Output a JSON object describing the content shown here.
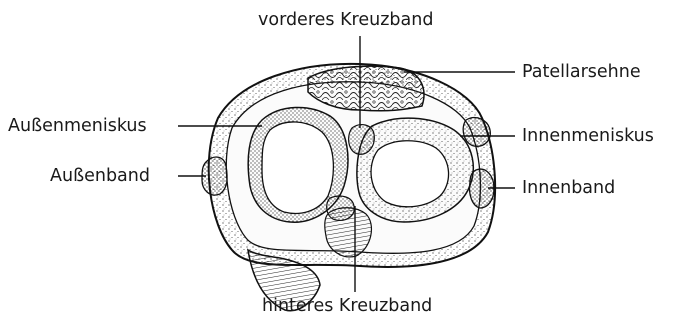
{
  "labels": {
    "vorderes_kreuzband": "vorderes Kreuzband",
    "patellarsehne": "Patellarsehne",
    "aussenmeniskus": "Außenmeniskus",
    "innenmeniskus": "Innenmeniskus",
    "aussenband": "Außenband",
    "innenband": "Innenband",
    "hinteres_kreuzband": "hinteres Kreuzband"
  }
}
